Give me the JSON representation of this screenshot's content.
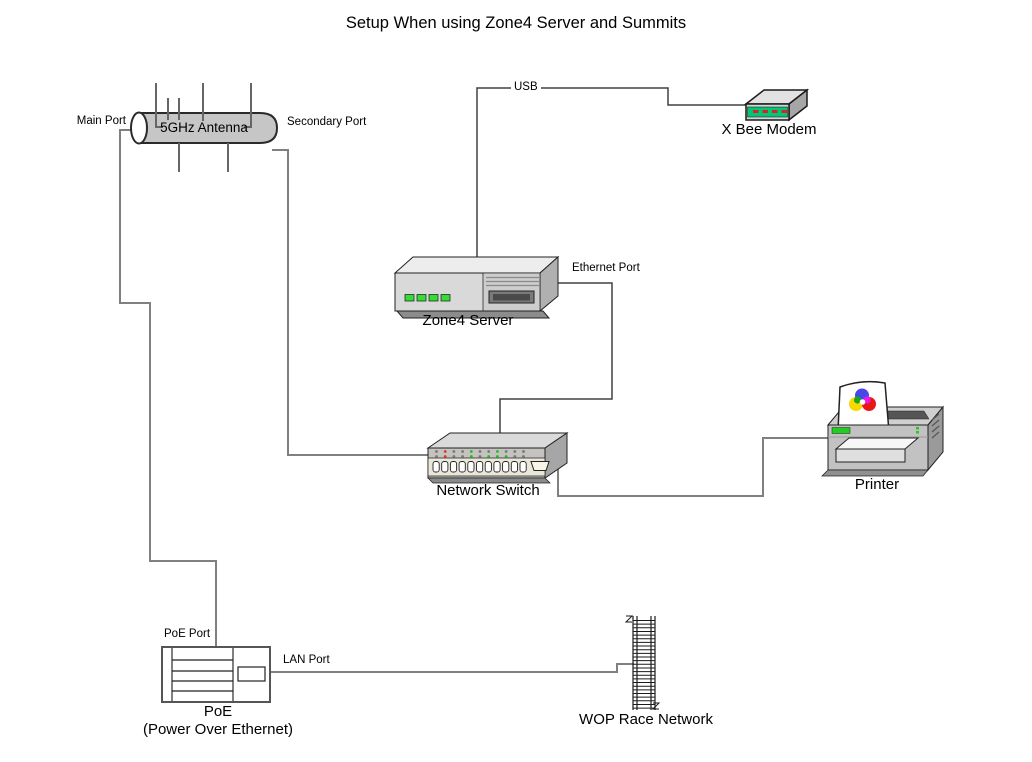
{
  "title": "Setup When using Zone4 Server and Summits",
  "colors": {
    "line_gray": "#808080",
    "line_dark": "#404040",
    "device_gray": "#C6C6C6",
    "led_green": "#22BB22",
    "led_red": "#DD3333",
    "modem_front_green": "#00C878",
    "printer_led_green": "#22CC22"
  },
  "nodes": {
    "antenna": {
      "label": "5GHz Antenna",
      "main_port_label": "Main Port",
      "secondary_port_label": "Secondary Port"
    },
    "modem": {
      "label": "X Bee Modem"
    },
    "server": {
      "label": "Zone4 Server",
      "usb_label": "USB",
      "ethernet_port_label": "Ethernet Port"
    },
    "switch": {
      "label": "Network Switch",
      "ports": 11,
      "led_rows": [
        [
          "#777777",
          "#DD3333",
          "#777777",
          "#777777",
          "#22BB22",
          "#777777",
          "#777777",
          "#22BB22",
          "#777777",
          "#777777",
          "#777777"
        ],
        [
          "#777777",
          "#DD3333",
          "#777777",
          "#777777",
          "#22BB22",
          "#777777",
          "#22BB22",
          "#22BB22",
          "#22BB22",
          "#777777",
          "#777777"
        ]
      ]
    },
    "printer": {
      "label": "Printer"
    },
    "poe": {
      "label": "PoE",
      "sublabel": "(Power Over Ethernet)",
      "poe_port_label": "PoE Port",
      "lan_port_label": "LAN Port"
    },
    "race_network": {
      "label": "WOP Race Network",
      "rungs": 25
    }
  }
}
